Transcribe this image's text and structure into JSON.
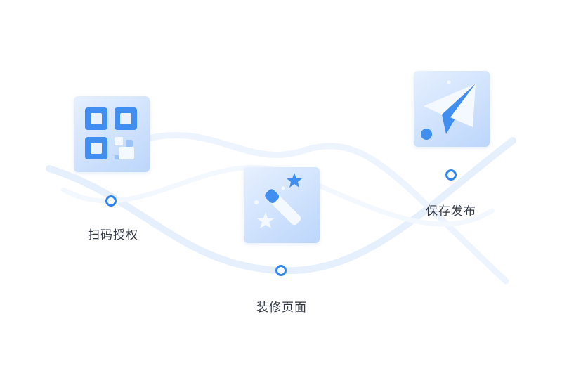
{
  "steps": [
    {
      "label": "扫码授权",
      "icon": "qr-code-icon"
    },
    {
      "label": "装修页面",
      "icon": "magic-wand-icon"
    },
    {
      "label": "保存发布",
      "icon": "paper-plane-icon"
    }
  ],
  "colors": {
    "accent": "#2f86f2",
    "tile_light": "#e6f0ff",
    "tile_dark": "#bcd6fb",
    "wave": "#e8f1fd",
    "label_text": "#333a45"
  }
}
